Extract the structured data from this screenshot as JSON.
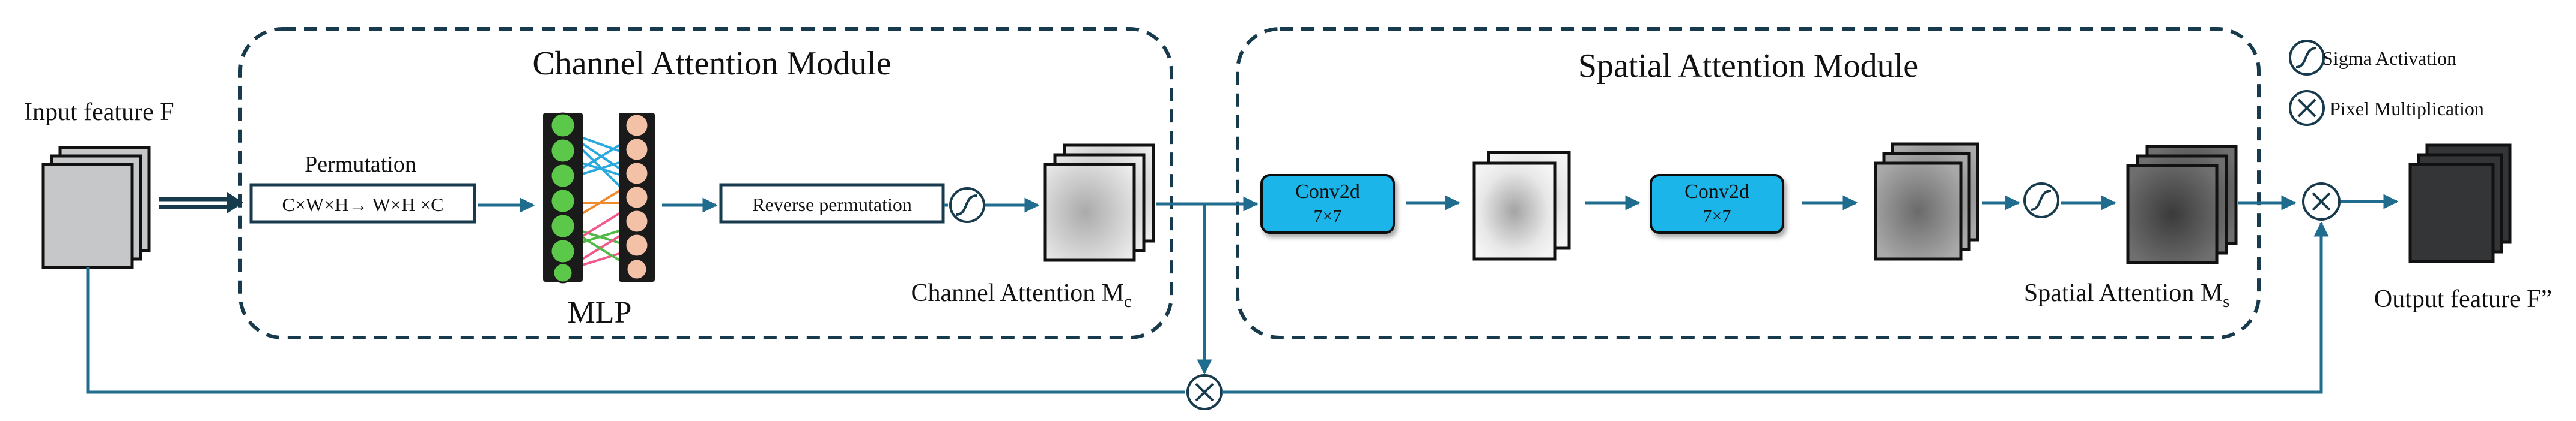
{
  "diagram": {
    "input_label": "Input feature F",
    "output_label": "Output feature F”",
    "channel_module": {
      "title": "Channel Attention Module",
      "permutation_label": "Permutation",
      "permutation_formula": "C×W×H→ W×H ×C",
      "mlp_label": "MLP",
      "reverse_label": "Reverse permutation",
      "output_label_main": "Channel Attention M",
      "output_label_sub": "c"
    },
    "spatial_module": {
      "title": "Spatial Attention Module",
      "conv1_line1": "Conv2d",
      "conv1_line2": "7×7",
      "conv2_line1": "Conv2d",
      "conv2_line2": "7×7",
      "output_label_main": "Spatial Attention M",
      "output_label_sub": "s"
    },
    "legend": {
      "sigma_label": "Sigma Activation",
      "multiply_label": "Pixel Multiplication"
    }
  },
  "colors": {
    "line": "#1f6c8e",
    "box_border": "#173a4d",
    "conv_fill": "#1fb5ea",
    "node_green": "#5cc84a",
    "node_pink": "#f3c1a6",
    "edge_blue": "#2aa8e0",
    "edge_orange": "#f08a2c",
    "edge_green": "#52b847",
    "edge_pink": "#f05a8a"
  }
}
